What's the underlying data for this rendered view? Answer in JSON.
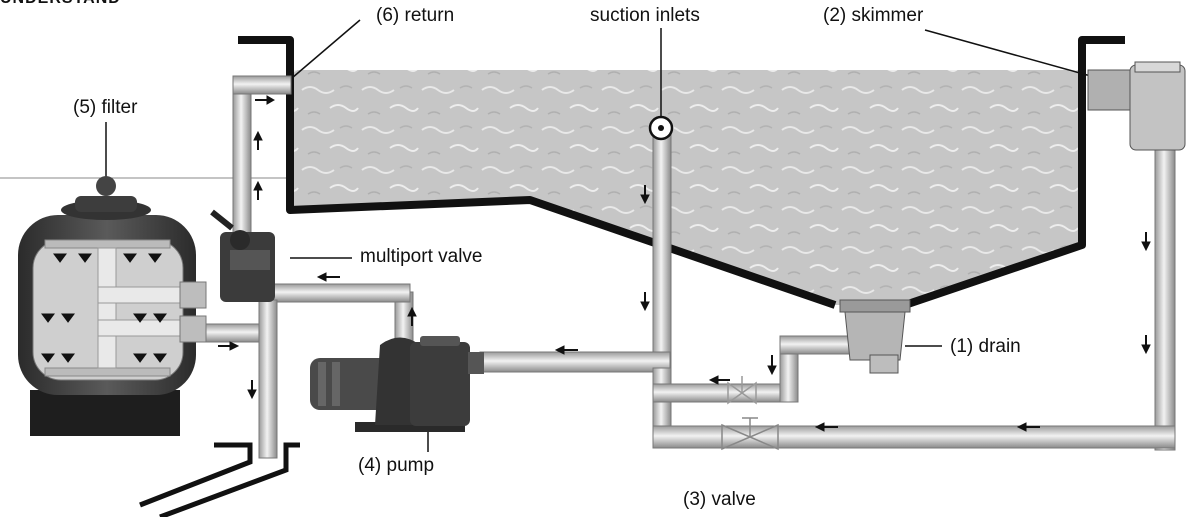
{
  "diagram": {
    "labels": {
      "return": "(6) return",
      "suction_inlets": "suction inlets",
      "skimmer": "(2) skimmer",
      "filter": "(5) filter",
      "multiport_valve": "multiport valve",
      "drain": "(1) drain",
      "pump": "(4) pump",
      "valve": "(3) valve"
    },
    "corner_text": "UNDERSTAND"
  },
  "colors": {
    "pipe": "#d9d9d9",
    "pipe_edge": "#6f6f6f",
    "water": "#c9c9c9",
    "pool_wall": "#111111",
    "equipment": "#3a3a3a"
  }
}
